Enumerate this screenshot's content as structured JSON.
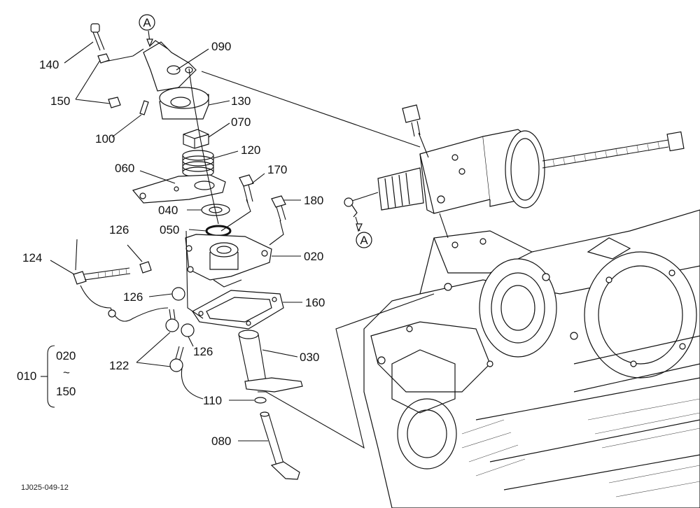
{
  "callouts": {
    "c140": "140",
    "c150": "150",
    "c100": "100",
    "c090": "090",
    "c130": "130",
    "c070": "070",
    "c120": "120",
    "c060": "060",
    "c170": "170",
    "c040": "040",
    "c180": "180",
    "c050": "050",
    "c126a": "126",
    "c124": "124",
    "c020": "020",
    "c126b": "126",
    "c160": "160",
    "c126c": "126",
    "c122": "122",
    "c030": "030",
    "c110": "110",
    "c080": "080"
  },
  "ref_marker": "A",
  "assembly": {
    "code": "010",
    "range_start": "020",
    "range_sep": "~",
    "range_end": "150"
  },
  "figure_code": "1J025-049-12"
}
